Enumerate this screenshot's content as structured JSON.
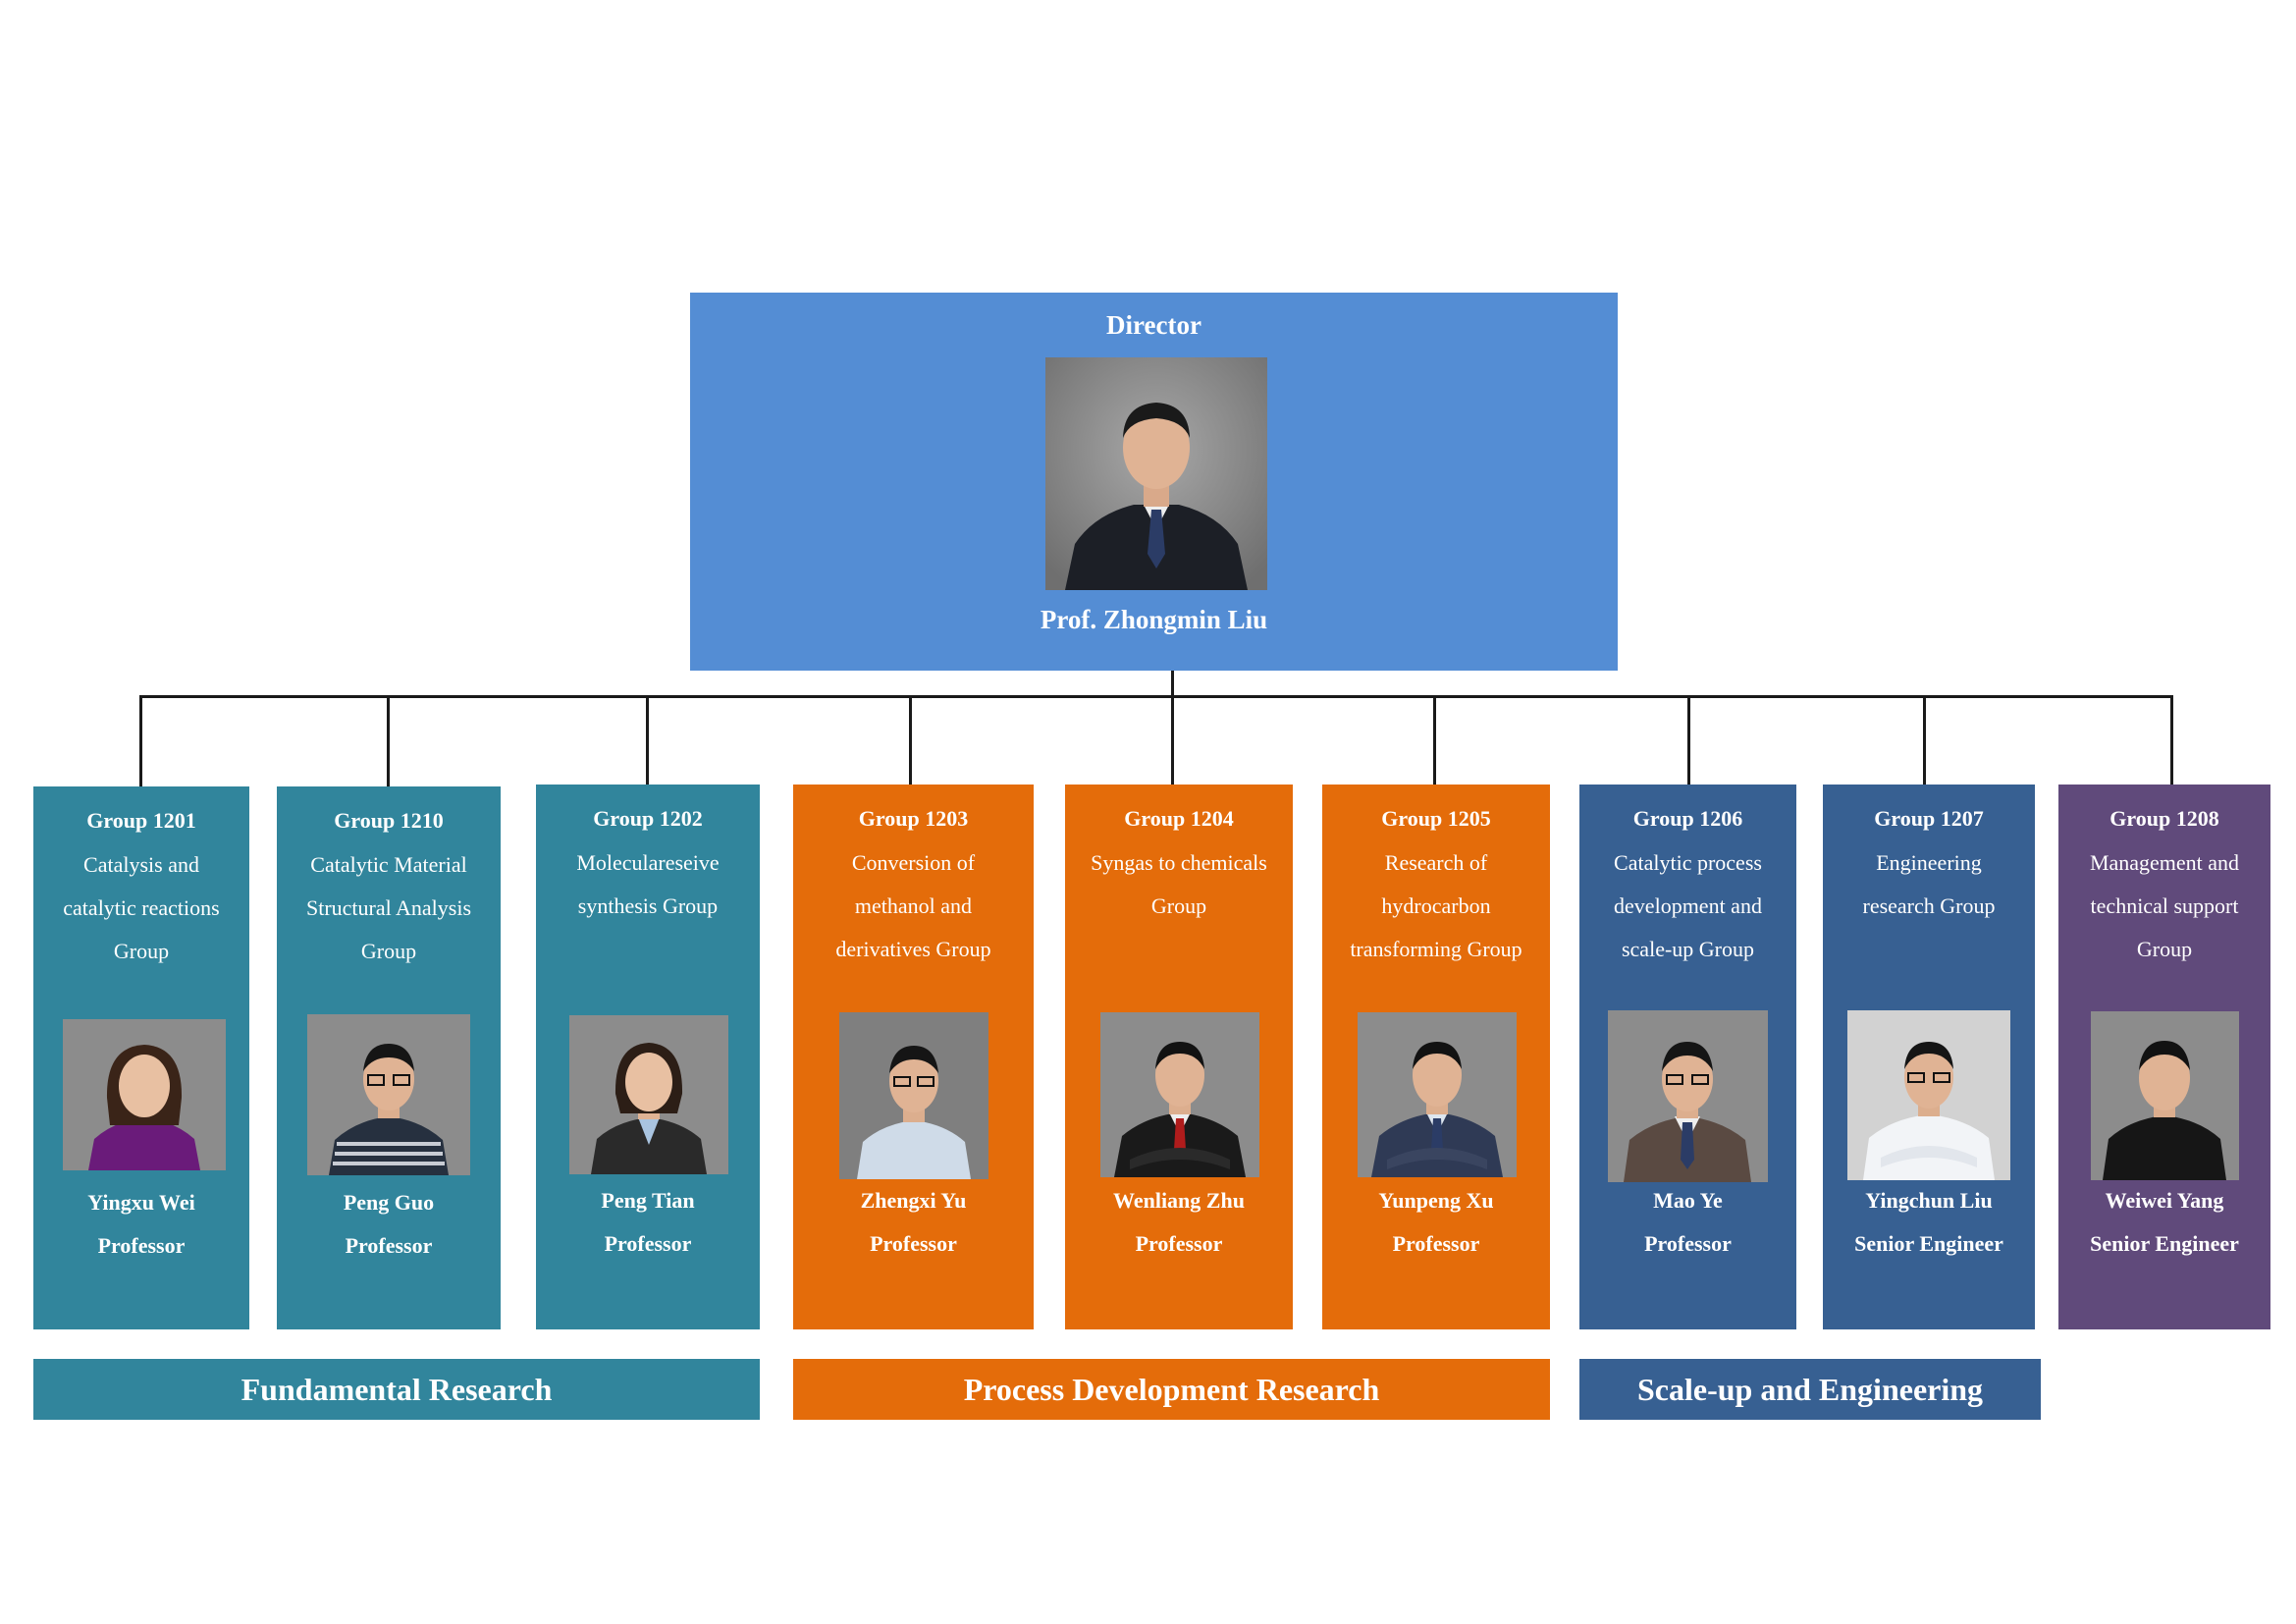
{
  "director": {
    "title": "Director",
    "name": "Prof. Zhongmin Liu"
  },
  "groups": [
    {
      "name": "Group 1201",
      "desc": [
        "Catalysis and",
        "catalytic reactions",
        "Group"
      ],
      "person": "Yingxu Wei",
      "title": "Professor",
      "category": "fundamental"
    },
    {
      "name": "Group 1210",
      "desc": [
        "Catalytic Material",
        "Structural Analysis",
        "Group"
      ],
      "person": "Peng Guo",
      "title": "Professor",
      "category": "fundamental"
    },
    {
      "name": "Group 1202",
      "desc": [
        "Moleculareseive",
        "synthesis Group"
      ],
      "person": "Peng Tian",
      "title": "Professor",
      "category": "fundamental"
    },
    {
      "name": "Group 1203",
      "desc": [
        "Conversion of",
        "methanol and",
        "derivatives Group"
      ],
      "person": "Zhengxi Yu",
      "title": "Professor",
      "category": "process"
    },
    {
      "name": "Group 1204",
      "desc": [
        "Syngas to chemicals",
        "Group"
      ],
      "person": "Wenliang Zhu",
      "title": "Professor",
      "category": "process"
    },
    {
      "name": "Group 1205",
      "desc": [
        "Research of",
        "hydrocarbon",
        "transforming Group"
      ],
      "person": "Yunpeng Xu",
      "title": "Professor",
      "category": "process"
    },
    {
      "name": "Group 1206",
      "desc": [
        "Catalytic process",
        "development and",
        "scale-up Group"
      ],
      "person": "Mao Ye",
      "title": "Professor",
      "category": "scaleup"
    },
    {
      "name": "Group 1207",
      "desc": [
        "Engineering",
        "research Group"
      ],
      "person": "Yingchun Liu",
      "title": "Senior Engineer",
      "category": "scaleup"
    },
    {
      "name": "Group 1208",
      "desc": [
        "Management and",
        "technical support",
        "Group"
      ],
      "person": "Weiwei Yang",
      "title": "Senior Engineer",
      "category": "management"
    }
  ],
  "categories": {
    "fundamental": "Fundamental Research",
    "process": "Process Development Research",
    "scaleup": "Scale-up and Engineering"
  },
  "colors": {
    "director": "#548dd4",
    "fundamental": "#31859c",
    "process": "#e46c0a",
    "scaleup": "#376092",
    "management": "#604a7b",
    "photo_background": "#8c8c8c"
  }
}
